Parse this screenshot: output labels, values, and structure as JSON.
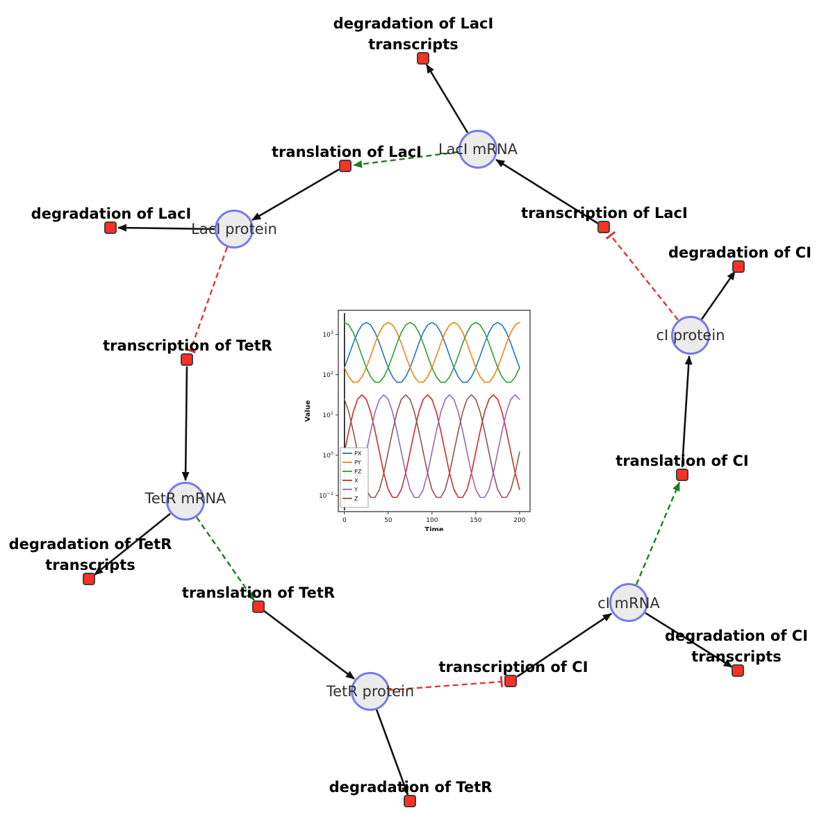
{
  "diagram": {
    "species": {
      "laci_mrna": {
        "label": "LacI mRNA"
      },
      "laci_protein": {
        "label": "LacI protein"
      },
      "tetr_mrna": {
        "label": "TetR mRNA"
      },
      "tetr_protein": {
        "label": "TetR protein"
      },
      "ci_mrna": {
        "label": "cI mRNA"
      },
      "ci_protein": {
        "label": "cI protein"
      }
    },
    "reactions": {
      "deg_laci_tx": {
        "label": "degradation of LacI transcripts"
      },
      "translation_laci": {
        "label": "translation of LacI"
      },
      "transcription_laci": {
        "label": "transcription of LacI"
      },
      "deg_laci": {
        "label": "degradation of LacI"
      },
      "deg_ci": {
        "label": "degradation of CI"
      },
      "transcription_tetr": {
        "label": "transcription of TetR"
      },
      "translation_ci": {
        "label": "translation of CI"
      },
      "deg_tetr_tx": {
        "label": "degradation of TetR transcripts"
      },
      "translation_tetr": {
        "label": "translation of TetR"
      },
      "deg_ci_tx": {
        "label": "degradation of CI transcripts"
      },
      "transcription_ci": {
        "label": "transcription of CI"
      },
      "deg_tetr": {
        "label": "degradation of TetR"
      }
    },
    "colors": {
      "species_fill": "#ebebeb",
      "species_border": "#7678ee",
      "reaction_fill": "#fb3125",
      "reaction_border": "#3f3f3f",
      "edge_black": "#111111",
      "edge_activation_green": "#1e7d1e",
      "edge_inhibition_red": "#e23535"
    }
  },
  "chart_data": {
    "type": "line",
    "title": "",
    "xlabel": "Time",
    "ylabel": "Value",
    "y_scale": "log",
    "x_ticks": [
      0,
      50,
      100,
      150,
      200
    ],
    "y_tick_exponents": [
      -1,
      0,
      1,
      2,
      3
    ],
    "xlim": [
      -7,
      212
    ],
    "ylim_log10": [
      -1.4,
      3.6
    ],
    "legend_position": "lower left",
    "x": [
      0,
      5,
      10,
      15,
      20,
      25,
      30,
      35,
      40,
      45,
      50,
      55,
      60,
      65,
      70,
      75,
      80,
      85,
      90,
      95,
      100,
      105,
      110,
      115,
      120,
      125,
      130,
      135,
      140,
      145,
      150,
      155,
      160,
      165,
      170,
      175,
      180,
      185,
      190,
      195,
      200
    ],
    "series": [
      {
        "name": "PX",
        "color": "#1f77b4",
        "values": [
          150,
          296,
          605,
          1127,
          1718,
          1995,
          1718,
          1127,
          605,
          296,
          150,
          88,
          65,
          65,
          88,
          150,
          296,
          605,
          1127,
          1718,
          1995,
          1718,
          1127,
          605,
          296,
          150,
          88,
          65,
          65,
          88,
          150,
          296,
          605,
          1127,
          1718,
          1995,
          1718,
          1127,
          605,
          296,
          150
        ]
      },
      {
        "name": "PY",
        "color": "#ff7f0e",
        "values": [
          150,
          88,
          65,
          65,
          88,
          150,
          296,
          605,
          1127,
          1718,
          1995,
          1718,
          1127,
          605,
          296,
          150,
          88,
          65,
          65,
          88,
          150,
          296,
          605,
          1127,
          1718,
          1995,
          1718,
          1127,
          605,
          296,
          150,
          88,
          65,
          65,
          88,
          150,
          296,
          605,
          1127,
          1718,
          1995
        ]
      },
      {
        "name": "PZ",
        "color": "#2ca02c",
        "values": [
          1995,
          1718,
          1127,
          605,
          296,
          150,
          88,
          65,
          65,
          88,
          150,
          296,
          605,
          1127,
          1718,
          1995,
          1718,
          1127,
          605,
          296,
          150,
          88,
          65,
          65,
          88,
          150,
          296,
          605,
          1127,
          1718,
          1995,
          1718,
          1127,
          605,
          296,
          150,
          88,
          65,
          65,
          88,
          150
        ]
      },
      {
        "name": "X",
        "color": "#d62728",
        "values": [
          1.2,
          4,
          11.7,
          24.4,
          31.6,
          24.4,
          11.7,
          4,
          1.2,
          0.36,
          0.14,
          0.09,
          0.09,
          0.14,
          0.36,
          1.2,
          4,
          11.7,
          24.4,
          31.6,
          24.4,
          11.7,
          4,
          1.2,
          0.36,
          0.14,
          0.09,
          0.09,
          0.14,
          0.36,
          1.2,
          4,
          11.7,
          24.4,
          31.6,
          24.4,
          11.7,
          4,
          1.2,
          0.36,
          0.14
        ]
      },
      {
        "name": "Y",
        "color": "#9467bd",
        "values": [
          0.14,
          0.09,
          0.09,
          0.14,
          0.36,
          1.2,
          4,
          11.7,
          24.4,
          31.6,
          24.4,
          11.7,
          4,
          1.2,
          0.36,
          0.14,
          0.09,
          0.09,
          0.14,
          0.36,
          1.2,
          4,
          11.7,
          24.4,
          31.6,
          24.4,
          11.7,
          4,
          1.2,
          0.36,
          0.14,
          0.09,
          0.09,
          0.14,
          0.36,
          1.2,
          4,
          11.7,
          24.4,
          31.6,
          24.4
        ]
      },
      {
        "name": "Z",
        "color": "#8c564b",
        "values": [
          24.4,
          11.7,
          4,
          1.2,
          0.36,
          0.14,
          0.09,
          0.09,
          0.14,
          0.36,
          1.2,
          4,
          11.7,
          24.4,
          31.6,
          24.4,
          11.7,
          4,
          1.2,
          0.36,
          0.14,
          0.09,
          0.09,
          0.14,
          0.36,
          1.2,
          4,
          11.7,
          24.4,
          31.6,
          24.4,
          11.7,
          4,
          1.2,
          0.36,
          0.14,
          0.09,
          0.09,
          0.14,
          0.36,
          1.2
        ]
      }
    ]
  }
}
